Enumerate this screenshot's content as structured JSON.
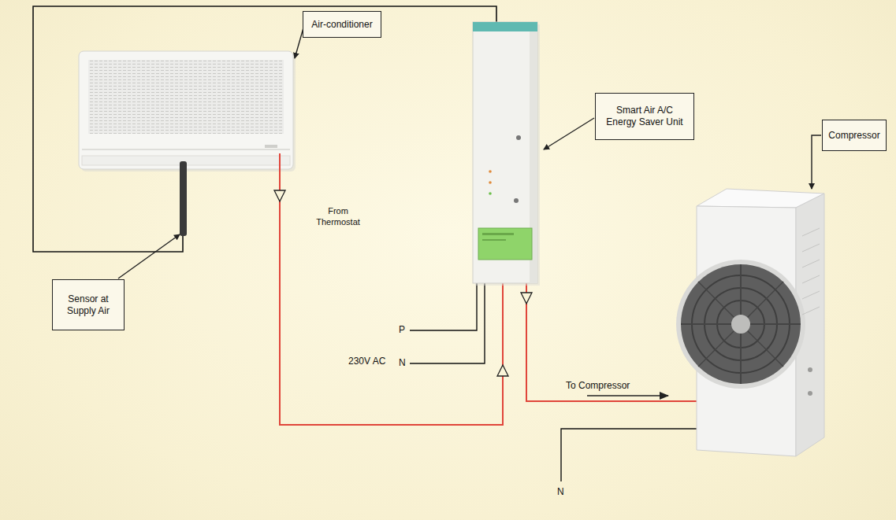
{
  "diagram": {
    "nodes": [
      {
        "text": [
          "Air-conditioner"
        ]
      },
      {
        "text": [
          "Smart Air A/C Energy Saver Unit"
        ]
      },
      {
        "text": [
          "Compressor"
        ]
      },
      {
        "text": [
          "Sensor at Supply Air"
        ]
      }
    ],
    "labels": [
      "From Thermostat",
      "230V AC",
      "P",
      "N",
      "To Compressor",
      "N"
    ]
  }
}
